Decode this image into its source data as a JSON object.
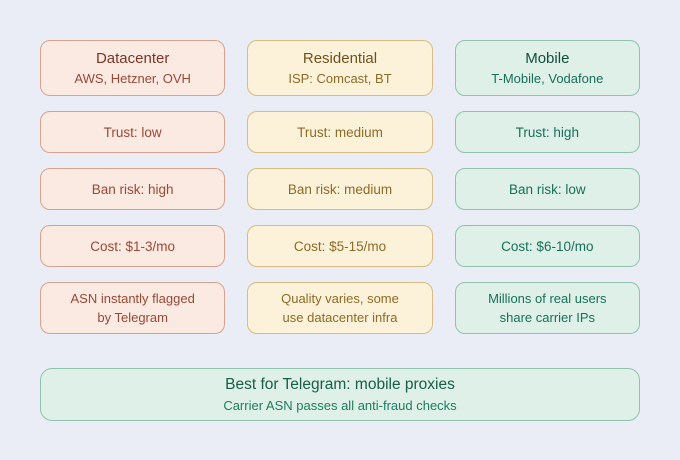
{
  "page": {
    "background_color": "#eaedf6"
  },
  "columns": [
    {
      "id": "datacenter",
      "theme": {
        "fill": "#faeae2",
        "border": "#d8a28e",
        "title": "#7d3526",
        "text": "#9a4836"
      },
      "header": {
        "title": "Datacenter",
        "subtitle": "AWS, Hetzner, OVH"
      },
      "rows": [
        {
          "label": "Trust: low"
        },
        {
          "label": "Ban risk: high"
        },
        {
          "label": "Cost: $1-3/mo"
        }
      ],
      "note": {
        "line1": "ASN instantly flagged",
        "line2": "by Telegram"
      }
    },
    {
      "id": "residential",
      "theme": {
        "fill": "#fcf2da",
        "border": "#d9bb83",
        "title": "#6e531f",
        "text": "#8c6b26"
      },
      "header": {
        "title": "Residential",
        "subtitle": "ISP: Comcast, BT"
      },
      "rows": [
        {
          "label": "Trust: medium"
        },
        {
          "label": "Ban risk: medium"
        },
        {
          "label": "Cost: $5-15/mo"
        }
      ],
      "note": {
        "line1": "Quality varies, some",
        "line2": "use datacenter infra"
      }
    },
    {
      "id": "mobile",
      "theme": {
        "fill": "#def0e8",
        "border": "#8ec4ab",
        "title": "#124e40",
        "text": "#17705a"
      },
      "header": {
        "title": "Mobile",
        "subtitle": "T-Mobile, Vodafone"
      },
      "rows": [
        {
          "label": "Trust: high"
        },
        {
          "label": "Ban risk: low"
        },
        {
          "label": "Cost: $6-10/mo"
        }
      ],
      "note": {
        "line1": "Millions of real users",
        "line2": "share carrier IPs"
      }
    }
  ],
  "banner": {
    "theme": {
      "fill": "#def0e8",
      "border": "#8ec4ab",
      "title": "#175d4a",
      "text": "#1e7b62"
    },
    "title": "Best for Telegram: mobile proxies",
    "subtitle": "Carrier ASN passes all anti-fraud checks"
  }
}
